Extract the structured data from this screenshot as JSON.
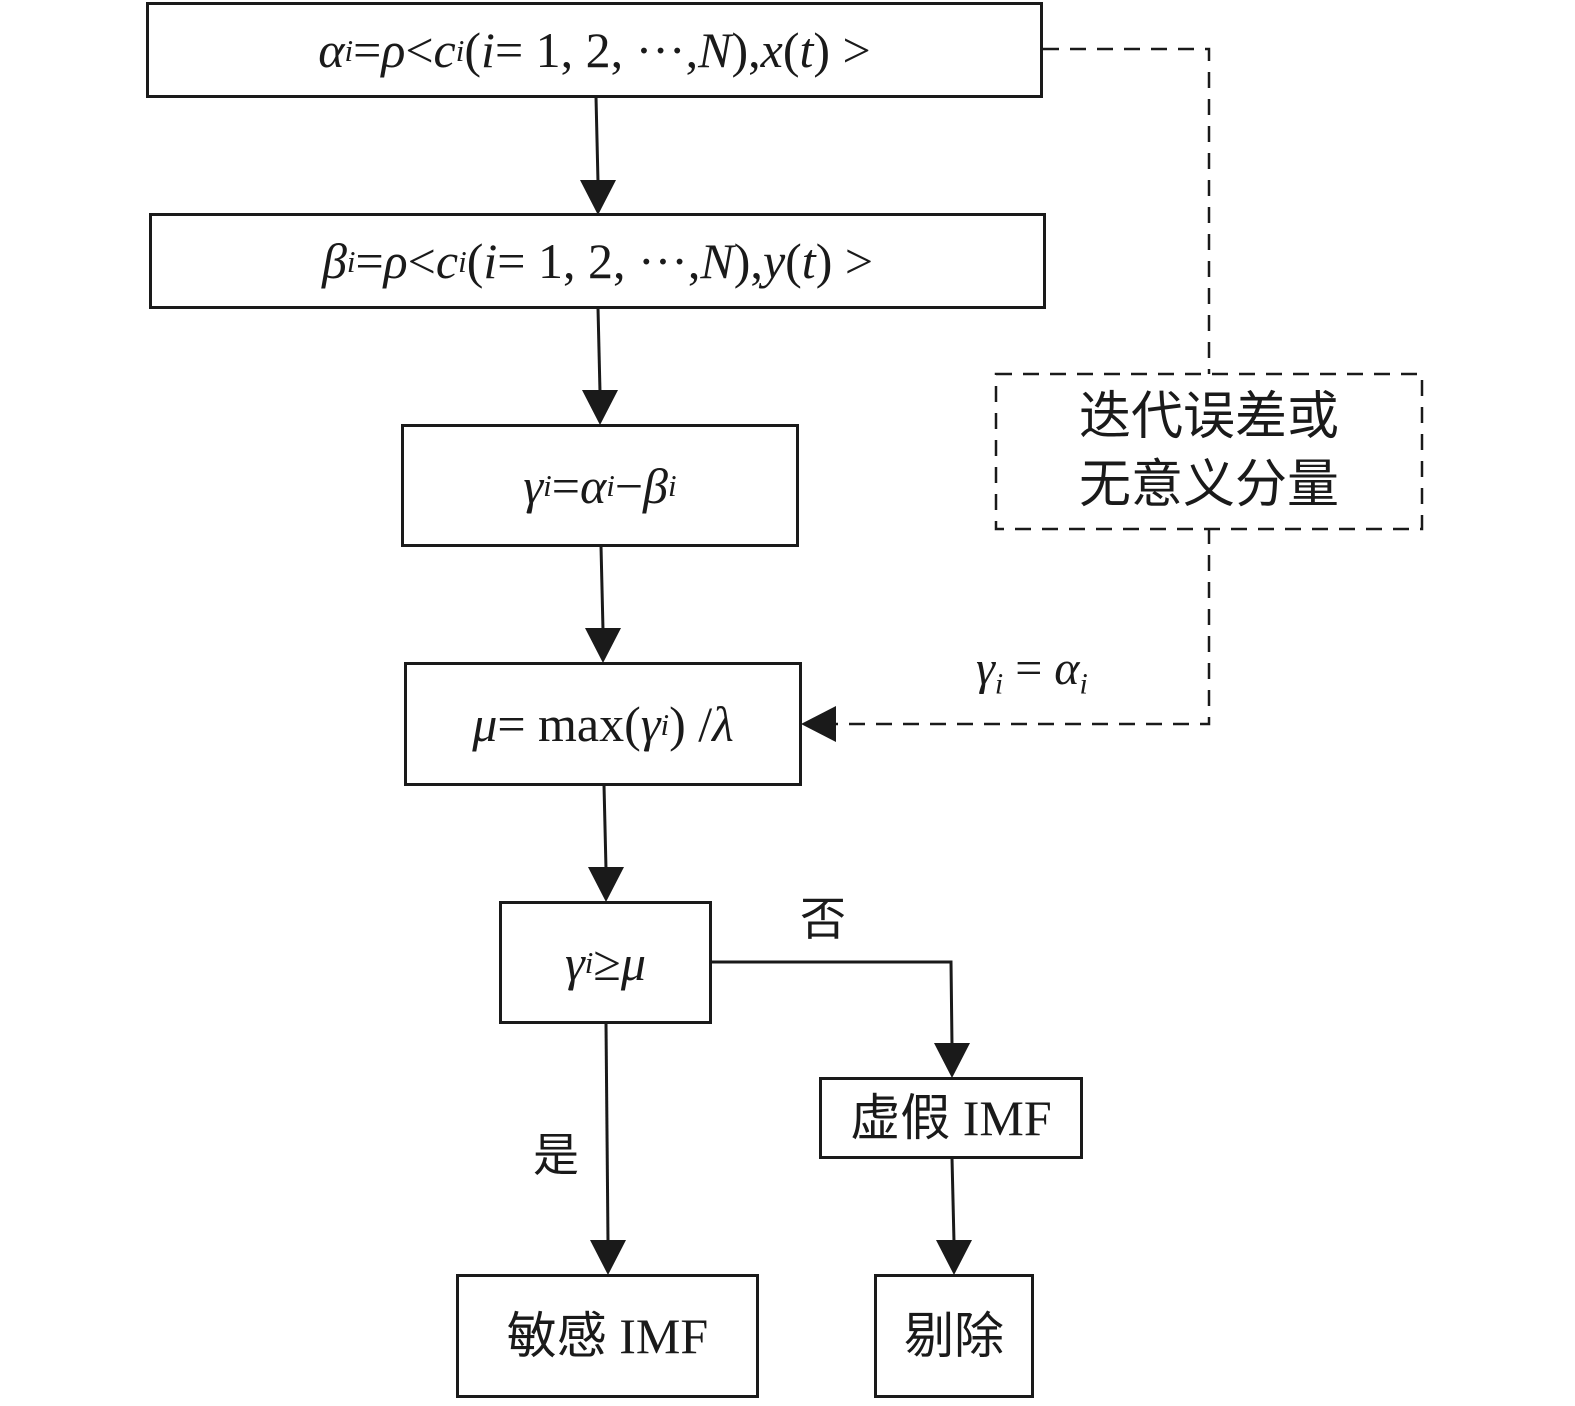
{
  "nodes": {
    "alpha": {
      "id": "alpha",
      "text": "αi = ρ < ci (i = 1, 2, ···, N), x (t) >",
      "parts": [
        {
          "t": "α",
          "s": "it"
        },
        {
          "t": "i",
          "s": "sub"
        },
        {
          "t": " = ",
          "s": ""
        },
        {
          "t": "ρ",
          "s": "it"
        },
        {
          "t": " < ",
          "s": ""
        },
        {
          "t": "c",
          "s": "it"
        },
        {
          "t": "i",
          "s": "sub"
        },
        {
          "t": " (",
          "s": ""
        },
        {
          "t": "i",
          "s": "it"
        },
        {
          "t": " = 1, 2, ···, ",
          "s": ""
        },
        {
          "t": "N",
          "s": "it"
        },
        {
          "t": "), ",
          "s": ""
        },
        {
          "t": "x",
          "s": "it"
        },
        {
          "t": " (",
          "s": ""
        },
        {
          "t": "t",
          "s": "it"
        },
        {
          "t": ") >",
          "s": ""
        }
      ]
    },
    "beta": {
      "id": "beta",
      "text": "βi = ρ < ci (i = 1, 2, ···, N), y (t) >",
      "parts": [
        {
          "t": "β",
          "s": "it"
        },
        {
          "t": "i",
          "s": "sub"
        },
        {
          "t": " = ",
          "s": ""
        },
        {
          "t": "ρ",
          "s": "it"
        },
        {
          "t": " < ",
          "s": ""
        },
        {
          "t": "c",
          "s": "it"
        },
        {
          "t": "i",
          "s": "sub"
        },
        {
          "t": " (",
          "s": ""
        },
        {
          "t": "i",
          "s": "it"
        },
        {
          "t": " = 1, 2, ···, ",
          "s": ""
        },
        {
          "t": "N",
          "s": "it"
        },
        {
          "t": "), ",
          "s": ""
        },
        {
          "t": "y",
          "s": "it"
        },
        {
          "t": " (",
          "s": ""
        },
        {
          "t": "t",
          "s": "it"
        },
        {
          "t": ") >",
          "s": ""
        }
      ]
    },
    "gamma": {
      "id": "gamma",
      "text": "γi = αi − βi",
      "parts": [
        {
          "t": "γ",
          "s": "it"
        },
        {
          "t": "i",
          "s": "sub"
        },
        {
          "t": " = ",
          "s": ""
        },
        {
          "t": "α",
          "s": "it"
        },
        {
          "t": "i",
          "s": "sub"
        },
        {
          "t": " − ",
          "s": ""
        },
        {
          "t": "β",
          "s": "it"
        },
        {
          "t": "i",
          "s": "sub"
        }
      ]
    },
    "mu": {
      "id": "mu",
      "text": "μ = max(γi) / λ",
      "parts": [
        {
          "t": "μ",
          "s": "it"
        },
        {
          "t": " = max(",
          "s": ""
        },
        {
          "t": "γ",
          "s": "it"
        },
        {
          "t": "i",
          "s": "sub"
        },
        {
          "t": ") / ",
          "s": ""
        },
        {
          "t": "λ",
          "s": "it"
        }
      ]
    },
    "cond": {
      "id": "cond",
      "text": "γi ≥ μ",
      "parts": [
        {
          "t": "γ",
          "s": "it"
        },
        {
          "t": "i",
          "s": "sub"
        },
        {
          "t": " ≥ ",
          "s": ""
        },
        {
          "t": "μ",
          "s": "it"
        }
      ]
    },
    "fake": {
      "id": "fake",
      "prefix": "虚假",
      "suffix": "IMF"
    },
    "sensitive": {
      "id": "sensitive",
      "prefix": "敏感",
      "suffix": "IMF"
    },
    "remove": {
      "id": "remove",
      "text": "剔除"
    },
    "error": {
      "id": "error",
      "line1": "迭代误差或",
      "line2": "无意义分量"
    }
  },
  "edge_labels": {
    "no": "否",
    "yes": "是",
    "feedback": {
      "text": "γi = αi",
      "parts": [
        {
          "t": "γ",
          "s": "it"
        },
        {
          "t": "i",
          "s": "sub"
        },
        {
          "t": " = ",
          "s": ""
        },
        {
          "t": "α",
          "s": "it"
        },
        {
          "t": "i",
          "s": "sub"
        }
      ]
    }
  },
  "edges": [
    {
      "from": "alpha",
      "to": "beta",
      "style": "solid"
    },
    {
      "from": "beta",
      "to": "gamma",
      "style": "solid"
    },
    {
      "from": "gamma",
      "to": "mu",
      "style": "solid"
    },
    {
      "from": "mu",
      "to": "cond",
      "style": "solid"
    },
    {
      "from": "cond",
      "to": "fake",
      "style": "solid",
      "label": "否"
    },
    {
      "from": "cond",
      "to": "sensitive",
      "style": "solid",
      "label": "是"
    },
    {
      "from": "fake",
      "to": "remove",
      "style": "solid"
    },
    {
      "from": "alpha",
      "to": "error",
      "style": "dashed"
    },
    {
      "from": "error",
      "to": "mu",
      "style": "dashed",
      "label": "γi = αi"
    }
  ],
  "colors": {
    "stroke": "#1a1a1a",
    "background": "#ffffff"
  }
}
